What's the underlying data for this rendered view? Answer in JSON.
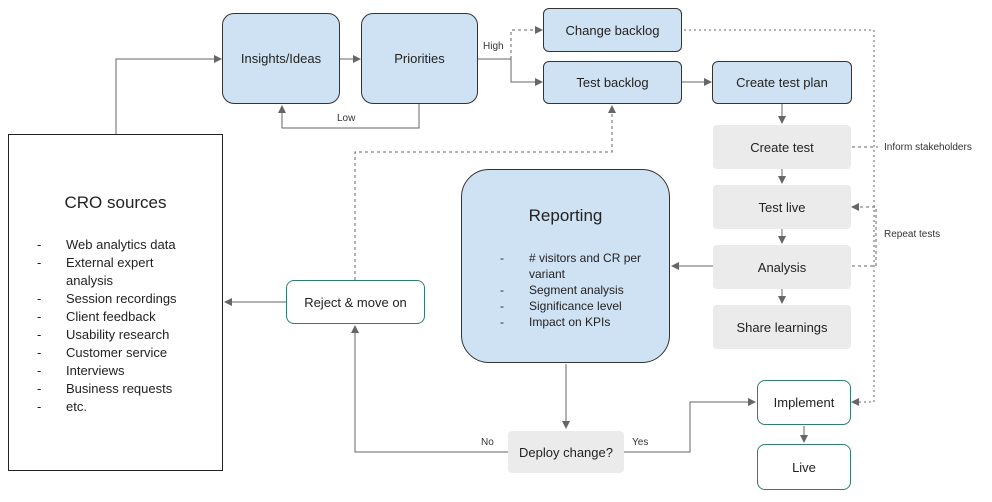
{
  "nodes": {
    "insights": "Insights/Ideas",
    "priorities": "Priorities",
    "change_backlog": "Change backlog",
    "test_backlog": "Test backlog",
    "create_test_plan": "Create test plan",
    "create_test": "Create test",
    "test_live": "Test live",
    "analysis": "Analysis",
    "share_learnings": "Share learnings",
    "reject": "Reject & move on",
    "implement": "Implement",
    "live": "Live",
    "deploy": "Deploy change?"
  },
  "cro_sources": {
    "title": "CRO sources",
    "items": [
      "Web analytics data",
      "External expert analysis",
      "Session recordings",
      "Client feedback",
      "Usability research",
      "Customer service",
      "Interviews",
      "Business requests",
      "etc."
    ]
  },
  "reporting": {
    "title": "Reporting",
    "items": [
      "# visitors and CR per variant",
      "Segment analysis",
      "Significance level",
      "Impact on KPIs"
    ]
  },
  "edge_labels": {
    "high": "High",
    "low": "Low",
    "no": "No",
    "yes": "Yes",
    "inform": "Inform stakeholders",
    "repeat": "Repeat tests"
  },
  "colors": {
    "blue_fill": "#cfe2f3",
    "grey_fill": "#ebebeb",
    "outline_green": "#2e7d6e",
    "arrow": "#666666"
  }
}
